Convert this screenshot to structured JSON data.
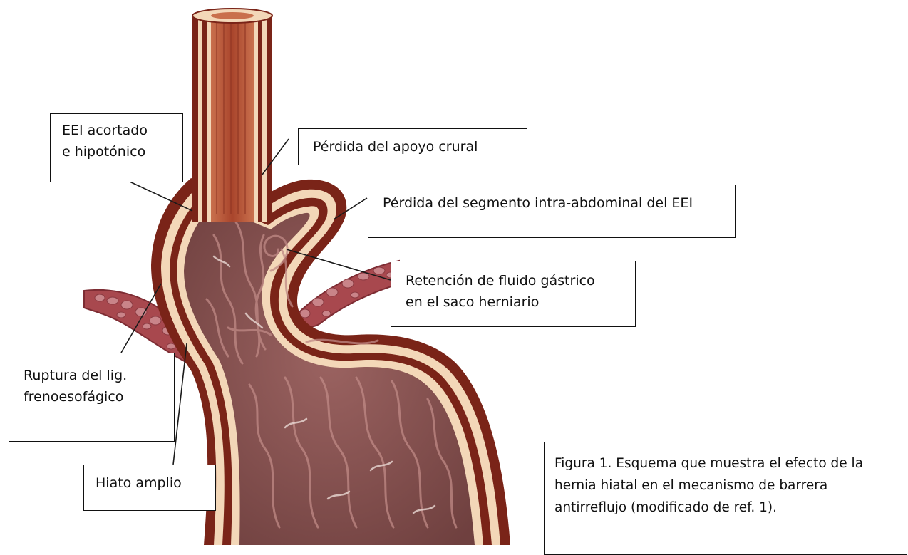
{
  "diagram": {
    "labels": {
      "eei_acortado": "EEI acortado\ne hipotónico",
      "perdida_apoyo": "Pérdida del apoyo crural",
      "perdida_segmento": "Pérdida del segmento intra-abdominal del EEI",
      "retencion": "Retención de fluido gástrico\nen el saco herniario",
      "ruptura": "Ruptura del lig.\nfrenoesofágico",
      "hiato": "Hiato amplio"
    },
    "caption": "Figura 1. Esquema que muestra el efecto de la hernia hiatal en el mecanismo de barrera antirreflujo (modificado de ref. 1).",
    "colors": {
      "lumen": "#8a5250",
      "wall_dark": "#7a2418",
      "wall_light": "#f3d7b8",
      "muscle": "#b85a3e",
      "diaphragm": "#a8484e",
      "diaphragm_cell": "#c98489",
      "leader_line": "#1a1a1a"
    }
  }
}
